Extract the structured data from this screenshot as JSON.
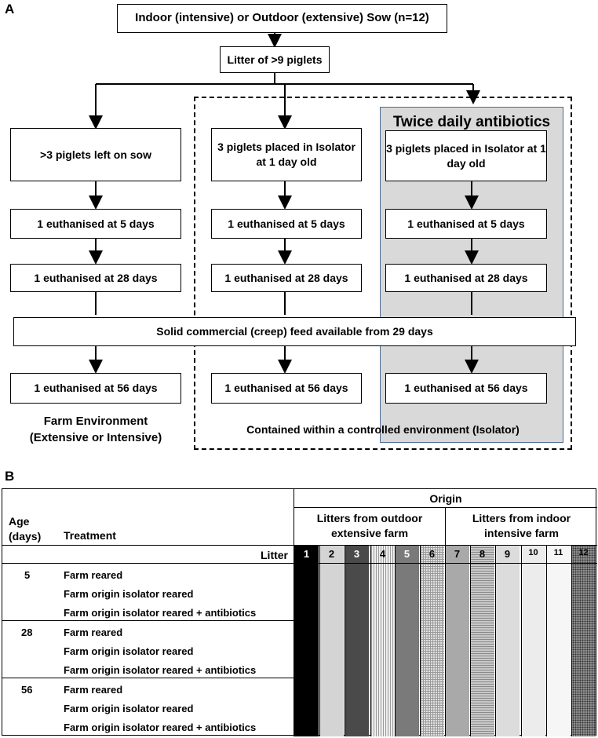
{
  "panel_a": {
    "label": "A",
    "top_box": "Indoor (intensive) or Outdoor (extensive) Sow (n=12)",
    "litter_box": "Litter of >9 piglets",
    "antibiotic_title": "Twice daily antibiotics",
    "columns": [
      {
        "start": ">3 piglets left on sow",
        "e5": "1 euthanised at 5 days",
        "e28": "1 euthanised at 28 days",
        "e56": "1 euthanised at 56 days"
      },
      {
        "start": "3 piglets placed in Isolator at 1 day old",
        "e5": "1 euthanised at 5 days",
        "e28": "1 euthanised at 28 days",
        "e56": "1 euthanised at 56 days"
      },
      {
        "start": "3 piglets placed in Isolator at 1 day old",
        "e5": "1 euthanised at 5 days",
        "e28": "1 euthanised at 28 days",
        "e56": "1 euthanised at 56 days"
      }
    ],
    "feed_box": "Solid commercial (creep) feed available from 29 days",
    "farm_caption_1": "Farm Environment",
    "farm_caption_2": "(Extensive or Intensive)",
    "isolator_caption": "Contained within a controlled environment (Isolator)"
  },
  "panel_b": {
    "label": "B",
    "origin_header": "Origin",
    "outdoor_header_1": "Litters from outdoor",
    "outdoor_header_2": "extensive farm",
    "indoor_header_1": "Litters from indoor",
    "indoor_header_2": "intensive farm",
    "age_header_1": "Age",
    "age_header_2": "(days)",
    "treatment_header": "Treatment",
    "litter_label": "Litter",
    "litters": [
      "1",
      "2",
      "3",
      "4",
      "5",
      "6",
      "7",
      "8",
      "9",
      "10",
      "11",
      "12"
    ],
    "litter_fills": [
      "#000000",
      "#d4d4d4",
      "#4a4a4a",
      "#eeeeee",
      "#7a7a7a",
      "#e0e0e0",
      "#a9a9a9",
      "#c8c8c8",
      "#dcdcdc",
      "#ececec",
      "#f6f6f6",
      "#8c8c8c"
    ],
    "litter_patterns": [
      "solid",
      "solid",
      "solid",
      "vlines",
      "solid",
      "grid",
      "solid",
      "hlines",
      "solid",
      "solid",
      "solid",
      "dots"
    ],
    "groups": [
      {
        "age": "5",
        "treatments": [
          "Farm reared",
          "Farm origin isolator reared",
          "Farm origin isolator reared + antibiotics"
        ]
      },
      {
        "age": "28",
        "treatments": [
          "Farm reared",
          "Farm origin isolator reared",
          "Farm origin isolator reared + antibiotics"
        ]
      },
      {
        "age": "56",
        "treatments": [
          "Farm reared",
          "Farm origin isolator reared",
          "Farm origin isolator reared + antibiotics"
        ]
      }
    ]
  }
}
